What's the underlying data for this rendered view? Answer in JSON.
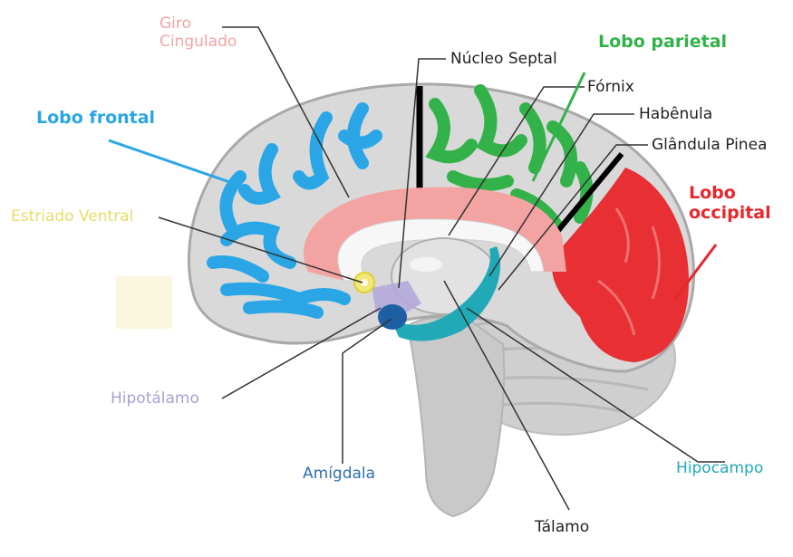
{
  "labels": {
    "giro_cingulado": "Giro\nCingulado",
    "nucleo_septal": "Núcleo Septal",
    "lobo_parietal": "Lobo parietal",
    "fornix": "Fórnix",
    "habenula": "Habênula",
    "glandula_pinea": "Glândula Pinea",
    "lobo_frontal": "Lobo frontal",
    "estriado_ventral": "Estriado Ventral",
    "lobo_occipital": "Lobo\noccipital",
    "hipotalamo": "Hipotálamo",
    "amigdala": "Amígdala",
    "talamo": "Tálamo",
    "hipocampo": "Hipocampo"
  },
  "colors": {
    "frontal": "#2aa6e6",
    "parietal": "#33b24a",
    "occipital": "#e8262b",
    "cingulate": "#f4a3a3",
    "striatum": "#f2e87a",
    "hypothalamus": "#b3a9d9",
    "amygdala": "#1e5fa3",
    "hippocampus": "#21a9b8",
    "brain_gray": "#d3d3d3"
  }
}
